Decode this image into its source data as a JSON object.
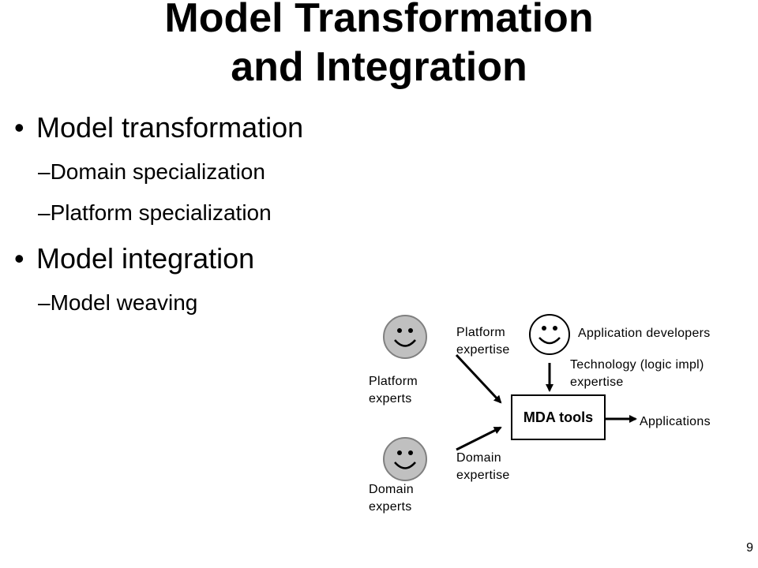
{
  "slide": {
    "title_line1": "Model Transformation",
    "title_line2": "and Integration",
    "bullets": [
      {
        "text": "Model transformation",
        "subitems": [
          "–Domain specialization",
          "–Platform specialization"
        ]
      },
      {
        "text": "Model integration",
        "subitems": [
          "–Model weaving"
        ]
      }
    ],
    "page_number": "9"
  },
  "diagram": {
    "mda_tools": "MDA tools",
    "platform_experts": [
      "Platform",
      "experts"
    ],
    "domain_experts": [
      "Domain",
      "experts"
    ],
    "platform_expertise": [
      "Platform",
      "expertise"
    ],
    "domain_expertise": [
      "Domain",
      "expertise"
    ],
    "application_developers": "Application developers",
    "technology_expertise": [
      "Technology (logic impl)",
      "expertise"
    ],
    "applications": "Applications",
    "icons": {
      "platform_expert": "smiley-face-icon",
      "domain_expert": "smiley-face-icon",
      "application_developer": "smiley-face-icon"
    },
    "colors": {
      "face_fill": "#c0c0c0",
      "face_stroke": "#808080",
      "box_fill": "#ffffff",
      "line": "#000000"
    }
  }
}
